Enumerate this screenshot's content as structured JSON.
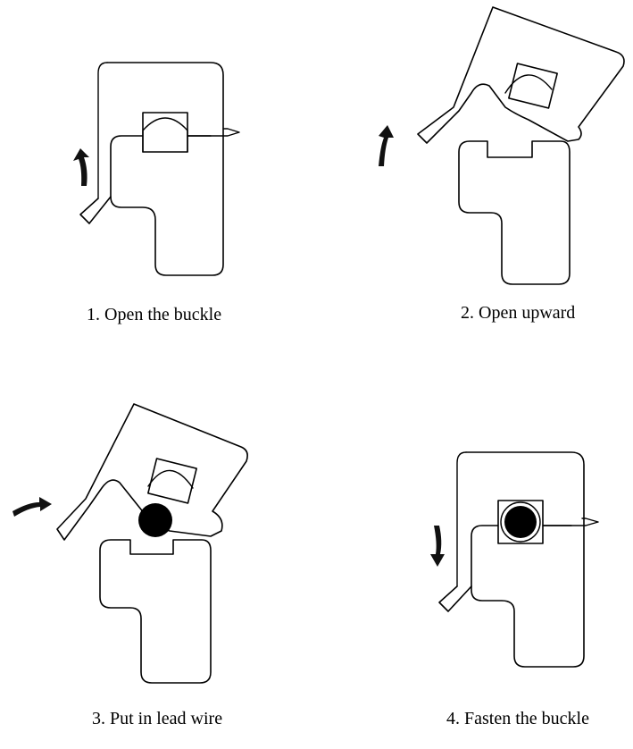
{
  "steps": [
    {
      "caption": "1. Open the buckle"
    },
    {
      "caption": "2. Open upward"
    },
    {
      "caption": "3. Put in lead wire"
    },
    {
      "caption": "4. Fasten the buckle"
    }
  ],
  "colors": {
    "line": "#000000",
    "background": "#ffffff",
    "wire": "#000000"
  }
}
